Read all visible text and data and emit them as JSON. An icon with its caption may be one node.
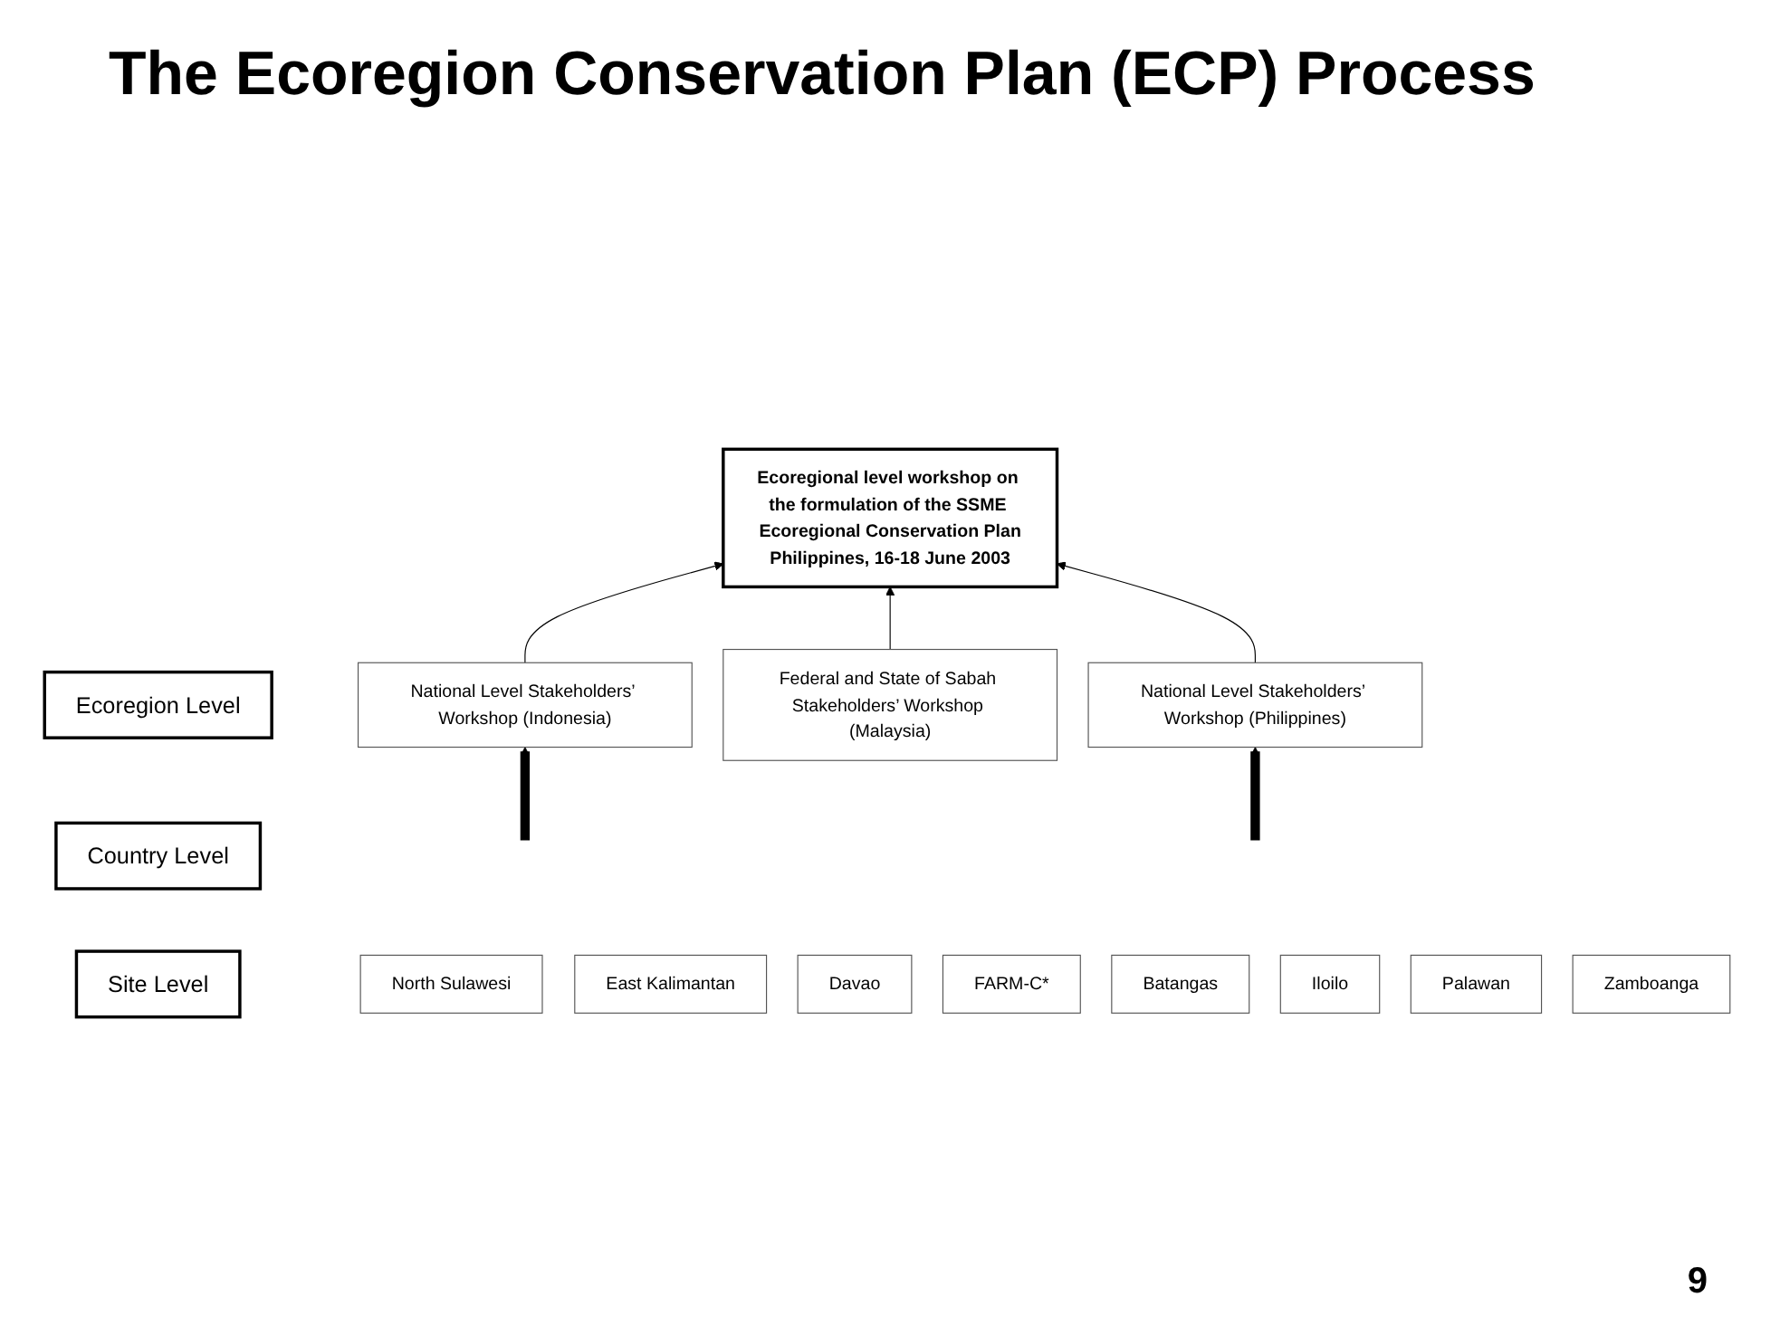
{
  "diagram": {
    "title": "The Ecoregion Conservation Plan (ECP) Process",
    "nodes": [
      {
        "text": [
          "Ecoregional level workshop on the formulation of the SSME Ecoregional Conservation Plan",
          "Philippines, 16-18 June 2003"
        ]
      },
      {
        "text": [
          "Ecoregion Level"
        ]
      },
      {
        "text": [
          "National Level Stakeholders’ Workshop (Indonesia)"
        ]
      },
      {
        "text": [
          "Federal and State of Sabah Stakeholders’ Workshop (Malaysia)"
        ]
      },
      {
        "text": [
          "National Level Stakeholders’ Workshop (Philippines)"
        ]
      },
      {
        "text": [
          "Country Level"
        ]
      },
      {
        "text": [
          "North Sulawesi"
        ]
      },
      {
        "text": [
          "East Kalimantan"
        ]
      },
      {
        "text": [
          "Davao"
        ]
      },
      {
        "text": [
          "FARM-C*"
        ]
      },
      {
        "text": [
          "Batangas"
        ]
      },
      {
        "text": [
          "Site Level"
        ]
      },
      {
        "text": [
          "Iloilo"
        ]
      },
      {
        "text": [
          "Palawan"
        ]
      },
      {
        "text": [
          "Zamboanga"
        ]
      }
    ],
    "edges": [
      {
        "from": 2,
        "to": 0,
        "arrow": "to"
      },
      {
        "from": 3,
        "to": 0,
        "arrow": "to"
      },
      {
        "from": 4,
        "to": 0,
        "arrow": "to"
      },
      {
        "from": null,
        "to": 2,
        "arrow": "to",
        "style": "thick"
      },
      {
        "from": null,
        "to": 4,
        "arrow": "to",
        "style": "thick"
      }
    ],
    "labels": [
      "9"
    ]
  }
}
